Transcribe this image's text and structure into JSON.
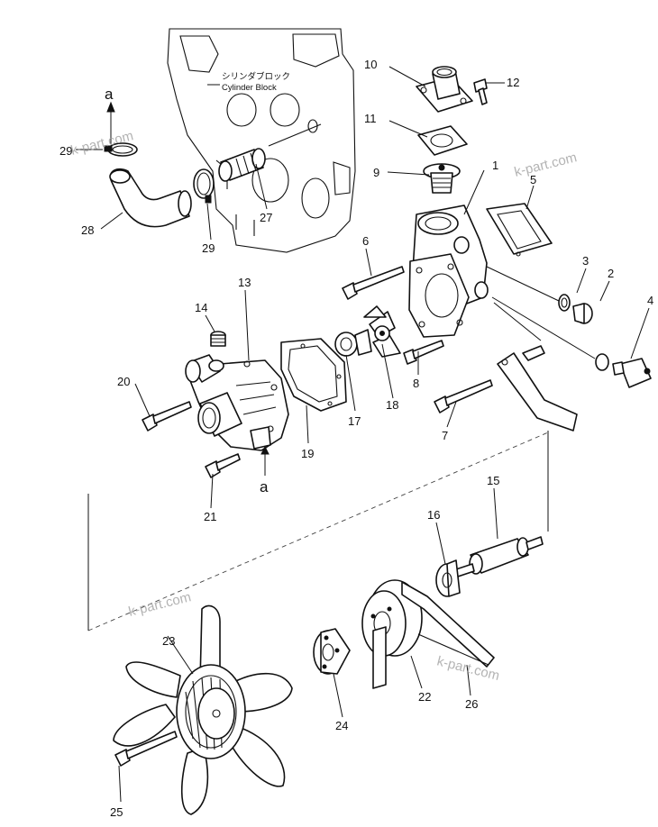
{
  "labels": {
    "cylinder_block_jp": "シリンダブロック",
    "cylinder_block_en": "Cylinder Block",
    "ref_a_top": "a",
    "ref_a_bottom": "a"
  },
  "watermark": "k-part.com",
  "callouts": [
    {
      "id": "p1",
      "text": "1"
    },
    {
      "id": "p2",
      "text": "2"
    },
    {
      "id": "p3",
      "text": "3"
    },
    {
      "id": "p4",
      "text": "4"
    },
    {
      "id": "p5",
      "text": "5"
    },
    {
      "id": "p6",
      "text": "6"
    },
    {
      "id": "p7",
      "text": "7"
    },
    {
      "id": "p8",
      "text": "8"
    },
    {
      "id": "p9",
      "text": "9"
    },
    {
      "id": "p10",
      "text": "10"
    },
    {
      "id": "p11",
      "text": "11"
    },
    {
      "id": "p12",
      "text": "12"
    },
    {
      "id": "p13",
      "text": "13"
    },
    {
      "id": "p14",
      "text": "14"
    },
    {
      "id": "p15",
      "text": "15"
    },
    {
      "id": "p16",
      "text": "16"
    },
    {
      "id": "p17",
      "text": "17"
    },
    {
      "id": "p18",
      "text": "18"
    },
    {
      "id": "p19",
      "text": "19"
    },
    {
      "id": "p20",
      "text": "20"
    },
    {
      "id": "p21",
      "text": "21"
    },
    {
      "id": "p22",
      "text": "22"
    },
    {
      "id": "p23",
      "text": "23"
    },
    {
      "id": "p24",
      "text": "24"
    },
    {
      "id": "p25",
      "text": "25"
    },
    {
      "id": "p26",
      "text": "26"
    },
    {
      "id": "p27",
      "text": "27"
    },
    {
      "id": "p28",
      "text": "28"
    },
    {
      "id": "p29a",
      "text": "29"
    },
    {
      "id": "p29b",
      "text": "29"
    }
  ],
  "colors": {
    "ink": "#111111",
    "watermark": "#9a9a9a",
    "background": "#ffffff"
  }
}
